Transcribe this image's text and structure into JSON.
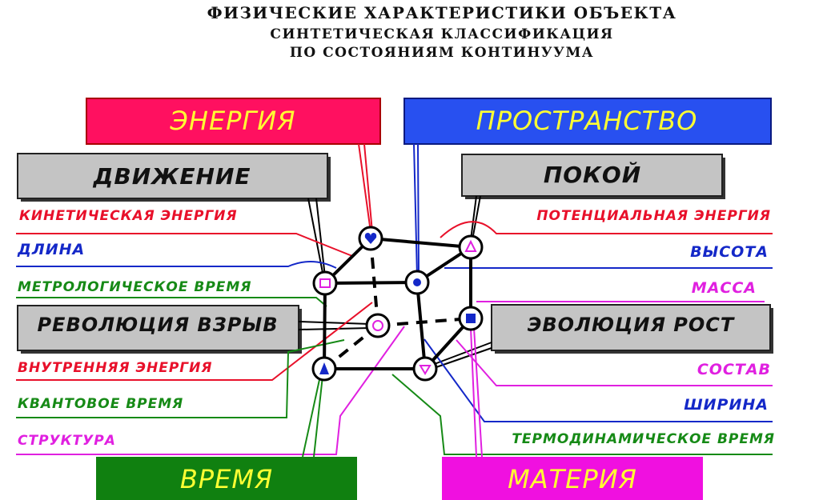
{
  "title": {
    "line1": "ФИЗИЧЕСКИЕ ХАРАКТЕРИСТИКИ ОБЪЕКТА",
    "line2": "СИНТЕТИЧЕСКАЯ КЛАССИФИКАЦИЯ",
    "line3": "ПО СОСТОЯНИЯМ КОНТИНУУМА"
  },
  "boxes": {
    "energy": "ЭНЕРГИЯ",
    "space": "ПРОСТРАНСТВО",
    "motion": "ДВИЖЕНИЕ",
    "rest": "ПОКОЙ",
    "revolution": "РЕВОЛЮЦИЯ ВЗРЫВ",
    "evolution": "ЭВОЛЮЦИЯ  РОСТ",
    "time": "ВРЕМЯ",
    "matter": "МАТЕРИЯ"
  },
  "left_labels": {
    "kinetic": "КИНЕТИЧЕСКАЯ  ЭНЕРГИЯ",
    "length": "ДЛИНА",
    "metrological": "МЕТРОЛОГИЧЕСКОЕ  ВРЕМЯ",
    "internal": "ВНУТРЕННЯЯ  ЭНЕРГИЯ",
    "quantum": "КВАНТОВОЕ ВРЕМЯ",
    "structure": "СТРУКТУРА"
  },
  "right_labels": {
    "potential": "ПОТЕНЦИАЛЬНАЯ  ЭНЕРГИЯ",
    "height": "ВЫСОТА",
    "mass": "МАССА",
    "composition": "СОСТАВ",
    "width": "ШИРИНА",
    "thermo": "ТЕРМОДИНАМИЧЕСКОЕ  ВРЕМЯ"
  },
  "colors": {
    "red": "#e8102a",
    "blue": "#1428c8",
    "green": "#168a16",
    "magenta": "#e020e0",
    "energy_box": "#ff1060",
    "space_box": "#2850f0",
    "time_box": "#108010",
    "matter_box": "#f010e0",
    "gray_box": "#c4c4c4",
    "box_text": "#ffff33"
  }
}
